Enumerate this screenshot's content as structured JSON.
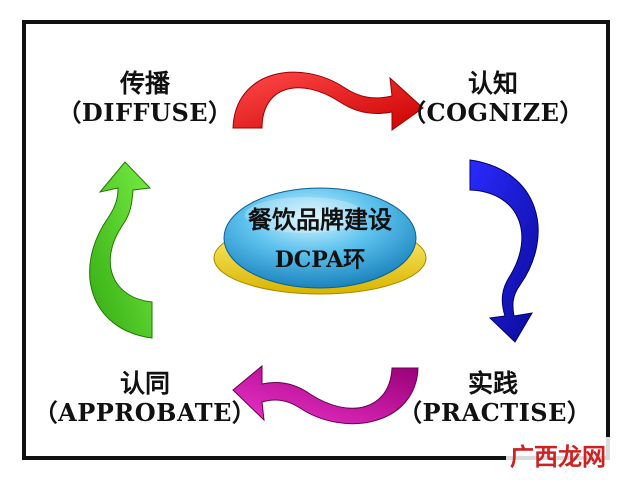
{
  "center": {
    "line1": "餐饮品牌建设",
    "line2": "DCPA环"
  },
  "stages": {
    "diffuse": {
      "zh": "传播",
      "en": "（DIFFUSE）"
    },
    "cognize": {
      "zh": "认知",
      "en": "（COGNIZE）"
    },
    "practise": {
      "zh": "实践",
      "en": "（PRACTISE）"
    },
    "approbate": {
      "zh": "认同",
      "en": "（APPROBATE）"
    }
  },
  "arrows": {
    "top": {
      "color": "#ee1111",
      "direction": "right"
    },
    "right": {
      "color": "#1a1ad6",
      "direction": "down"
    },
    "bottom": {
      "color": "#cc1199",
      "direction": "left"
    },
    "left": {
      "color": "#44cc22",
      "direction": "up"
    }
  },
  "watermark": "广西龙网"
}
